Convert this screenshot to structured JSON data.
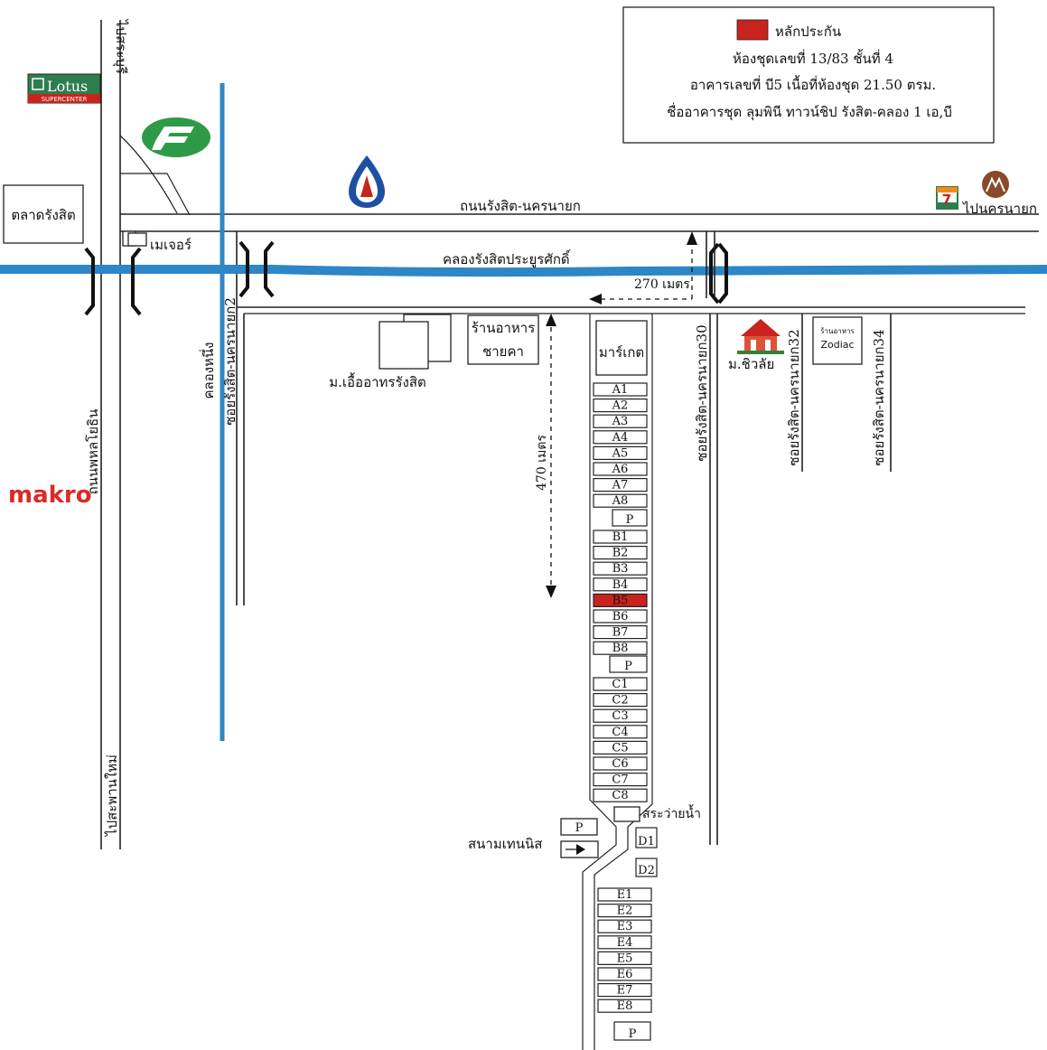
{
  "legend": {
    "item_label": "หลักประกัน",
    "line1": "ห้องชุดเลขที่ 13/83  ชั้นที่ 4",
    "line2": "อาคารเลขที่  บี5  เนื้อที่ห้องชุด  21.50  ตรม.",
    "line3": "ชื่ออาคารชุด ลุมพินี ทาวน์ชิป รังสิต-คลอง 1 เอ,บี",
    "highlight_color": "#c8231c"
  },
  "colors": {
    "canal": "#2d86c6",
    "road": "#222222",
    "makro": "#d92b27"
  },
  "roads": {
    "main_road": "ถนนรังสิต-นครนายก",
    "to_nakhon_nayok": "ไปนครนายก",
    "to_saraburi": "ไปสระบุรี",
    "to_saphan_mai": "ไปสะพานใหม่",
    "phahonyothin": "ถนนพหลโยธิน",
    "soi2": "ซอยรังสิต-นครนายก2",
    "soi30": "ซอยรังสิต-นครนายก30",
    "soi32": "ซอยรังสิต-นครนายก32",
    "soi34": "ซอยรังสิต-นครนายก34"
  },
  "waterways": {
    "canal_main": "คลองรังสิตประยูรศักดิ์",
    "khlong_nueng": "คลองหนึ่ง"
  },
  "places": {
    "talad": "ตลาดรังสิต",
    "major": "เมเจอร์",
    "restaurant_line1": "ร้านอาหาร",
    "restaurant_line2": "ชายคา",
    "market": "มาร์เกต",
    "moo_ban": "ม.เอื้ออาทรรังสิต",
    "university": "ม.ชิวลัย",
    "zodiac_small": "ร้านอาหาร",
    "zodiac": "Zodiac",
    "pool": "สระว่ายน้ำ",
    "tennis": "สนามเทนนิส"
  },
  "logos": {
    "lotus": "Lotus",
    "lotus_sub": "SUPERCENTER",
    "makro": "makro",
    "seven": "7"
  },
  "distances": {
    "d270": "270 เมตร",
    "d470": "470 เมตร"
  },
  "buildings": {
    "a": [
      "A1",
      "A2",
      "A3",
      "A4",
      "A5",
      "A6",
      "A7",
      "A8"
    ],
    "b": [
      "B1",
      "B2",
      "B3",
      "B4",
      "B5",
      "B6",
      "B7",
      "B8"
    ],
    "c": [
      "C1",
      "C2",
      "C3",
      "C4",
      "C5",
      "C6",
      "C7",
      "C8"
    ],
    "d": [
      "D1",
      "D2"
    ],
    "e": [
      "E1",
      "E2",
      "E3",
      "E4",
      "E5",
      "E6",
      "E7",
      "E8"
    ],
    "parking": "P",
    "highlight": "B5"
  }
}
